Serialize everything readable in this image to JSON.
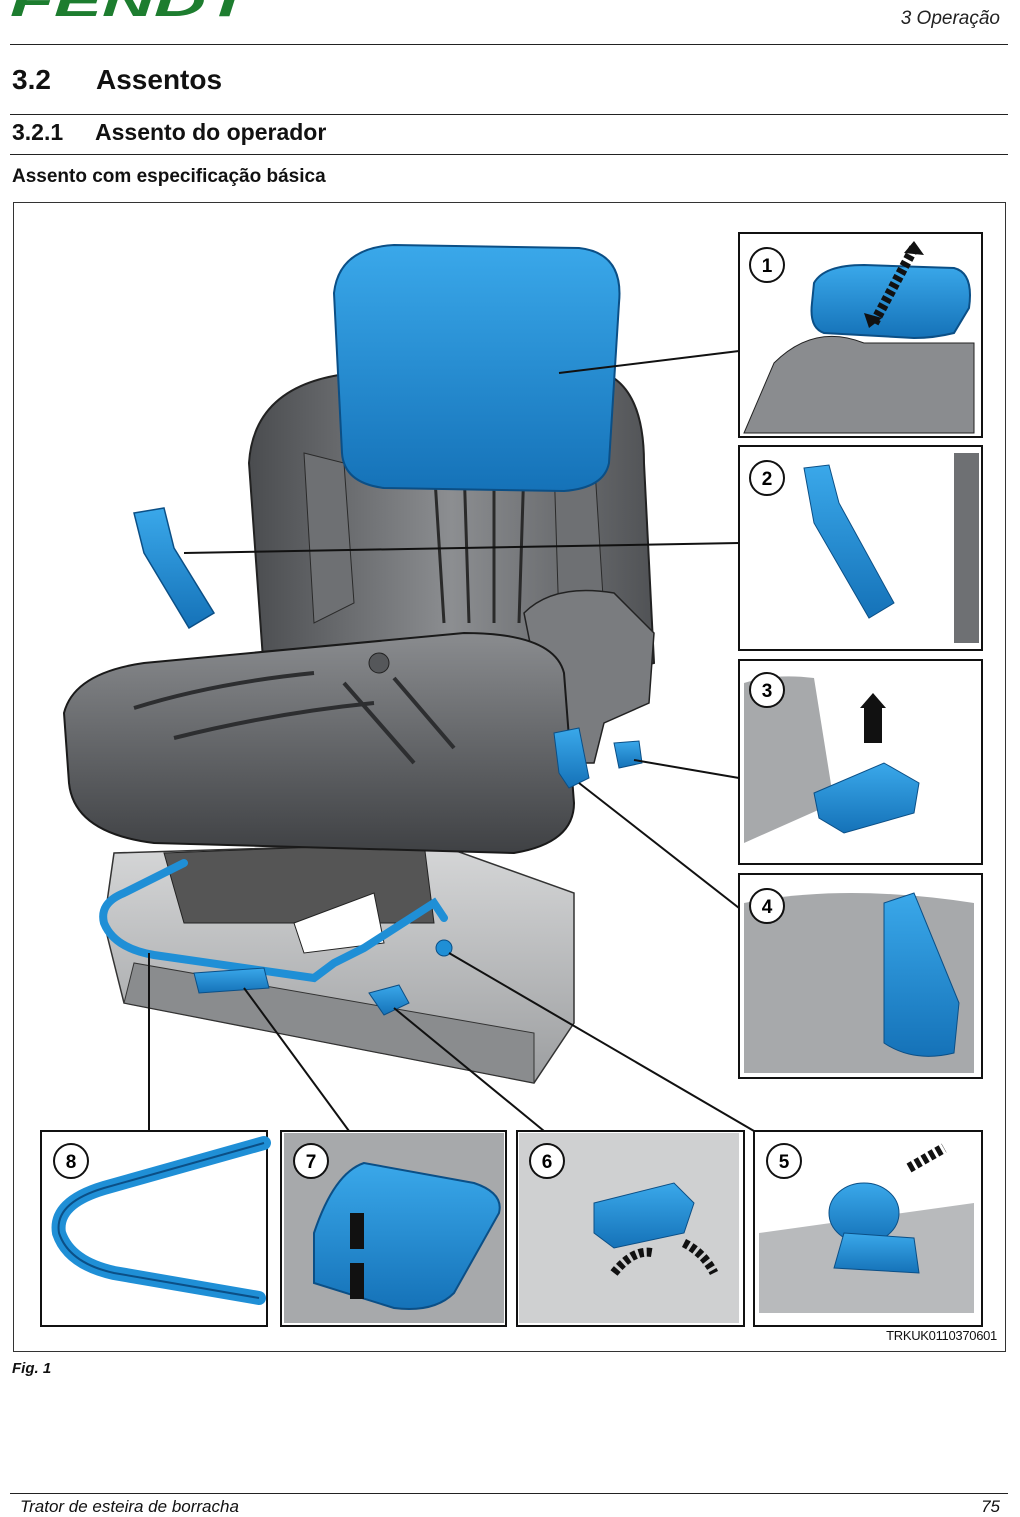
{
  "header": {
    "logo_text": "FENDT",
    "chapter": "3 Operação"
  },
  "section": {
    "number": "3.2",
    "title": "Assentos"
  },
  "subsection": {
    "number": "3.2.1",
    "title": "Assento do operador"
  },
  "subheading": "Assento com especificação básica",
  "figure": {
    "code": "TRKUK0110370601",
    "caption": "Fig. 1",
    "callouts": [
      "1",
      "2",
      "3",
      "4",
      "5",
      "6",
      "7",
      "8"
    ],
    "colors": {
      "accent": "#1f8fd6",
      "seat": "#6b6d70",
      "seat_dark": "#3f4144",
      "frame": "#111111"
    }
  },
  "footer": {
    "left": "Trator de esteira de borracha",
    "right": "75"
  }
}
